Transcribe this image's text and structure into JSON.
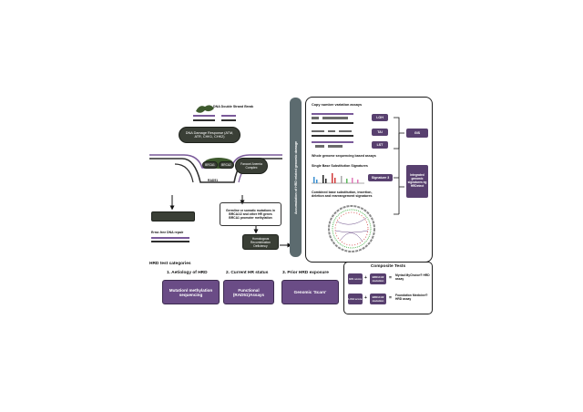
{
  "hr_pathway": {
    "dna_break": "DNA Double Strand Break",
    "damage_response": "DNA Damage Response (ATM, ATR, CHK1, CHK2)",
    "brca1": "BRCA1",
    "brca2": "BRCA2",
    "fanconi": "Fanconi Anemia Complex",
    "rad51": "RAD51",
    "error_free": "Error-free DNA repair",
    "germline": "Germline or somatic mutations in BRCA1/2 and other HR genes BRCA1 promoter methylation",
    "hrd_box": "Homologous Recombination Deficiency"
  },
  "side_bar_label": "Accumulation of HRD related genomic damage",
  "genomic": {
    "cnv_title": "Copy number variation assays",
    "loh": "LOH",
    "tai": "TAI",
    "lst": "LST",
    "gis": "GIS",
    "wgs_title": "Whole genome sequencing based assays",
    "sbs_title": "Single Base Substitution Signatures",
    "signature_label": "Signature 3",
    "combined_title": "Combined base substitution, insertion, deletion and rearrangement signatures",
    "integrated": "Integrated genomic signatures eg HRDetect"
  },
  "categories": {
    "heading": "HRD test categories",
    "items": [
      {
        "title": "1. Aetiology of HRD",
        "box": "Mutation/ methylation sequencing"
      },
      {
        "title": "2. Current HR status",
        "box": "Functional (RAD51)Assays"
      },
      {
        "title": "3. Prior HRD exposure",
        "box": "Genomic 'Scars'"
      }
    ]
  },
  "composite": {
    "title": "Composite Tests",
    "rows": [
      {
        "a": "GIS score",
        "b": "BRCA1/2 mutation",
        "result": "Myriad MyChoice® HRD assay"
      },
      {
        "a": "LOH score",
        "b": "BRCA1/2 mutation",
        "result": "Foundation Medicine® HRD assay"
      }
    ]
  }
}
